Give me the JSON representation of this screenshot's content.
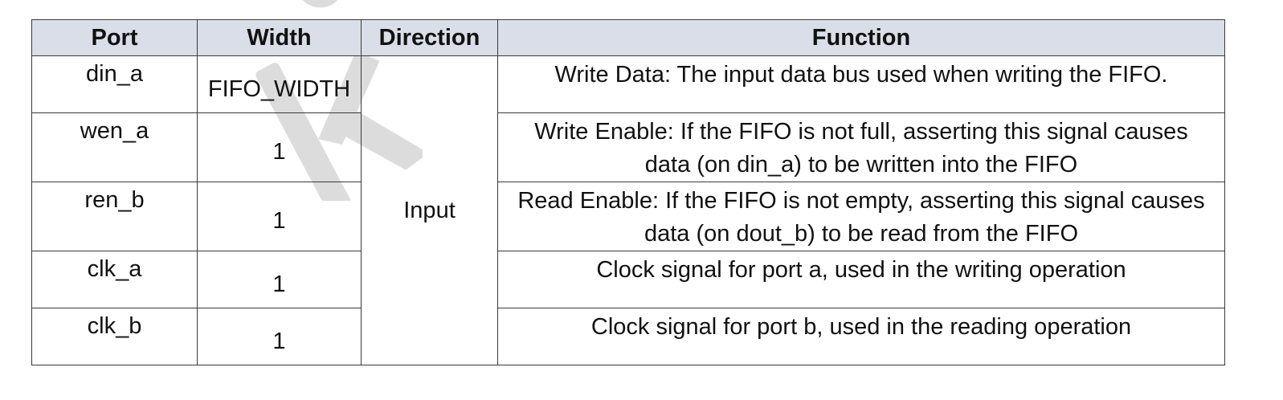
{
  "table": {
    "headers": {
      "port": "Port",
      "width": "Width",
      "direction": "Direction",
      "function": "Function"
    },
    "direction_value": "Input",
    "rows": [
      {
        "port": "din_a",
        "width": "FIFO_WIDTH",
        "function": [
          "Write Data: The input data bus used when writing the FIFO."
        ]
      },
      {
        "port": "wen_a",
        "width": "1",
        "function": [
          "Write Enable: If the FIFO is not full, asserting this signal causes",
          "data (on din_a) to be written into the FIFO"
        ]
      },
      {
        "port": "ren_b",
        "width": "1",
        "function": [
          "Read Enable: If the FIFO is not empty, asserting this signal causes",
          "data (on dout_b) to be read from the FIFO"
        ]
      },
      {
        "port": "clk_a",
        "width": "1",
        "function": [
          "Clock signal for port a, used in the writing operation"
        ]
      },
      {
        "port": "clk_b",
        "width": "1",
        "function": [
          "Clock signal for port b, used in the reading operation"
        ]
      }
    ]
  },
  "colors": {
    "header_bg": "#d9dee8",
    "border": "#3a3a3a",
    "watermark": "#dcdcdc"
  }
}
